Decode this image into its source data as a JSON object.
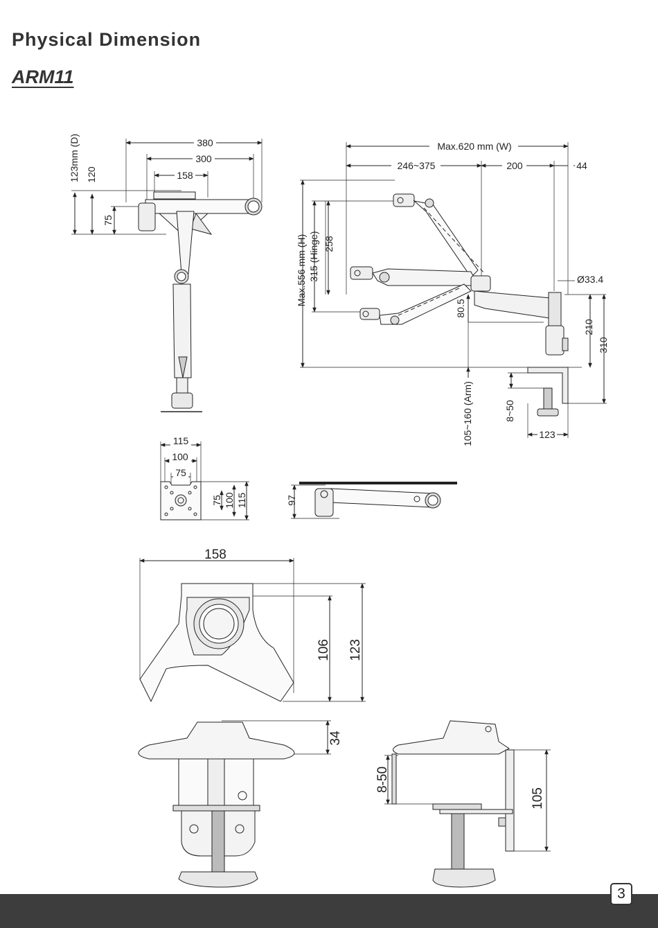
{
  "page": {
    "title": "Physical Dimension",
    "subtitle": "ARM11",
    "page_number": "3"
  },
  "top_view": {
    "dim_380": "380",
    "dim_300": "300",
    "dim_158": "158",
    "dim_123d": "123mm (D)",
    "dim_120": "120",
    "dim_75": "75"
  },
  "side_view": {
    "max_w": "Max.620 mm (W)",
    "dim_246_375": "246~375",
    "dim_200": "200",
    "dim_44": "44",
    "max_h": "Max.556 mm (H)",
    "hinge": "315 (Hinge)",
    "dim_258": "258",
    "dia": "Ø33.4",
    "dim_80_5": "80.5",
    "dim_210": "210",
    "dim_310": "310",
    "arm": "105~160 (Arm)",
    "dim_8_50": "8~50",
    "dim_123": "123"
  },
  "vesa_plate": {
    "dim_115": "115",
    "dim_100": "100",
    "dim_75": "75"
  },
  "folded_view": {
    "dim_97": "97"
  },
  "base_top": {
    "dim_158": "158",
    "dim_106": "106",
    "dim_123": "123"
  },
  "clamp_front": {
    "dim_34": "34"
  },
  "clamp_side": {
    "dim_8_50": "8-50",
    "dim_105": "105"
  }
}
